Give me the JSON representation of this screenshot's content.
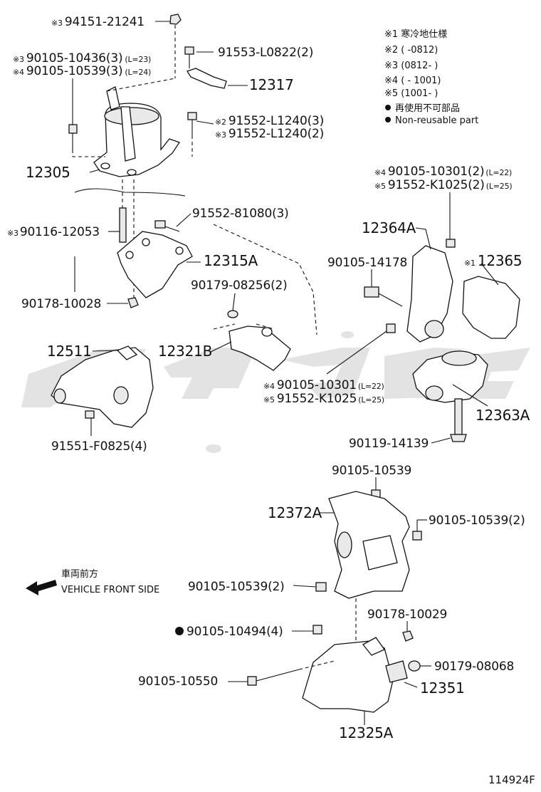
{
  "legend": {
    "notes": [
      {
        "mark": "※1",
        "text": "寒冷地仕様"
      },
      {
        "mark": "※2",
        "text": "(        -0812)"
      },
      {
        "mark": "※3",
        "text": "(0812-        )"
      },
      {
        "mark": "※4",
        "text": "(        - 1001)"
      },
      {
        "mark": "※5",
        "text": "(1001-        )"
      }
    ],
    "non_reusable_jp": "再使用不可部品",
    "non_reusable_en": "Non-reusable part"
  },
  "labels": {
    "p94151_21241": {
      "mark": "※3",
      "num": "94151-21241"
    },
    "p90105_10436": {
      "mark": "※3",
      "num": "90105-10436(3)",
      "suffix": "(L=23)"
    },
    "p90105_10539_3": {
      "mark": "※4",
      "num": "90105-10539(3)",
      "suffix": "(L=24)"
    },
    "p91553_L0822": {
      "num": "91553-L0822(2)"
    },
    "p12317": {
      "num": "12317"
    },
    "p91552_L1240_3": {
      "mark": "※2",
      "num": "91552-L1240(3)"
    },
    "p91552_L1240_2": {
      "mark": "※3",
      "num": "91552-L1240(2)"
    },
    "p12305": {
      "num": "12305"
    },
    "p90116_12053": {
      "mark": "※3",
      "num": "90116-12053"
    },
    "p91552_81080": {
      "num": "91552-81080(3)"
    },
    "p12315A": {
      "num": "12315A"
    },
    "p90178_10028": {
      "num": "90178-10028"
    },
    "p90179_08256": {
      "num": "90179-08256(2)"
    },
    "p12511": {
      "num": "12511"
    },
    "p12321B": {
      "num": "12321B"
    },
    "p91551_F0825": {
      "num": "91551-F0825(4)"
    },
    "p90105_10301_top": {
      "mark": "※4",
      "num": "90105-10301(2)",
      "suffix": "(L=22)"
    },
    "p91552_K1025_top": {
      "mark": "※5",
      "num": "91552-K1025(2)",
      "suffix": "(L=25)"
    },
    "p12364A": {
      "num": "12364A"
    },
    "p90105_14178": {
      "num": "90105-14178"
    },
    "p12365": {
      "mark": "※1",
      "num": "12365"
    },
    "p90105_10301_mid": {
      "mark": "※4",
      "num": "90105-10301",
      "suffix": "(L=22)"
    },
    "p91552_K1025_mid": {
      "mark": "※5",
      "num": "91552-K1025",
      "suffix": "(L=25)"
    },
    "p12363A": {
      "num": "12363A"
    },
    "p90119_14139": {
      "num": "90119-14139"
    },
    "p90105_10539_top": {
      "num": "90105-10539"
    },
    "p12372A": {
      "num": "12372A"
    },
    "p90105_10539_r": {
      "num": "90105-10539(2)"
    },
    "p90105_10539_l": {
      "num": "90105-10539(2)"
    },
    "p90105_10494": {
      "num": "90105-10494(4)"
    },
    "p90178_10029": {
      "num": "90178-10029"
    },
    "p90179_08068": {
      "num": "90179-08068"
    },
    "p90105_10550": {
      "num": "90105-10550"
    },
    "p12351": {
      "num": "12351"
    },
    "p12325A": {
      "num": "12325A"
    }
  },
  "front_direction": {
    "jp": "車両前方",
    "en": "VEHICLE FRONT SIDE"
  },
  "figure_code": "114924F"
}
